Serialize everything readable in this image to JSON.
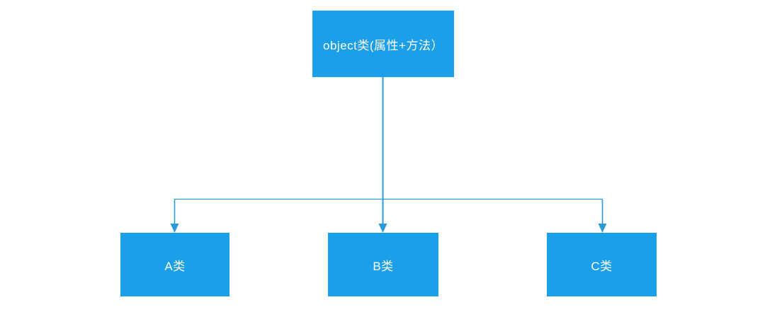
{
  "diagram": {
    "colors": {
      "node_fill": "#1b9fe8",
      "node_text": "#ffffff",
      "connector": "#2b9bd8"
    },
    "nodes": {
      "root": {
        "label": "object类(属性+方法）"
      },
      "children": [
        {
          "label": "A类"
        },
        {
          "label": "B类"
        },
        {
          "label": "C类"
        }
      ]
    },
    "edges": [
      {
        "from": "object类(属性+方法）",
        "to": "A类",
        "arrow": "down"
      },
      {
        "from": "object类(属性+方法）",
        "to": "B类",
        "arrow": "down"
      },
      {
        "from": "object类(属性+方法）",
        "to": "C类",
        "arrow": "down"
      }
    ]
  }
}
